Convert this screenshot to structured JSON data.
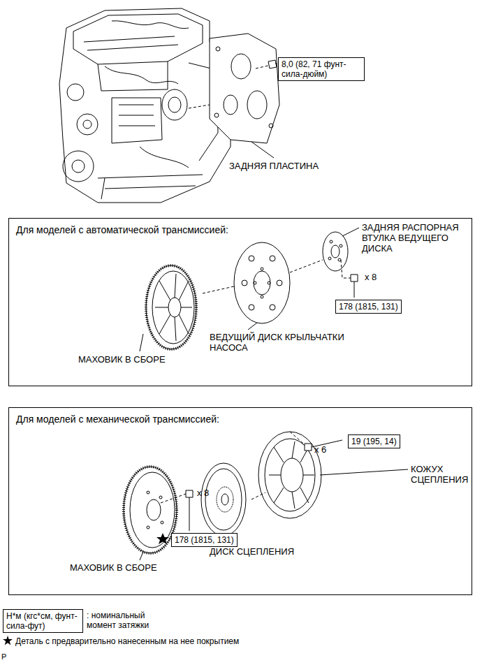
{
  "diagram": {
    "nodes": [
      {
        "text": [
          "8,0 (82, 71 фунт-сила-дюйм)"
        ]
      },
      {
        "text": [
          "Для моделей с автоматической трансмиссией:"
        ]
      },
      {
        "text": [
          "178 (1815, 131)"
        ],
        "in": 1
      },
      {
        "text": [
          "Для моделей с механической трансмиссией:"
        ]
      },
      {
        "text": [
          "19 (195, 14)"
        ],
        "in": 3
      },
      {
        "text": [
          "178 (1815, 131)"
        ],
        "in": 3
      },
      {
        "text": [
          "Н*м (кгс*см, фунт-сила-фут)"
        ]
      }
    ],
    "labels": [
      "ЗАДНЯЯ ПЛАСТИНА",
      "ЗАДНЯЯ РАСПОРНАЯ ВТУЛКА ВЕДУЩЕГО ДИСКА",
      "x 8",
      "МАХОВИК В СБОРЕ",
      "ВЕДУЩИЙ ДИСК КРЫЛЬЧАТКИ НАСОСА",
      "x 6",
      "КОЖУХ СЦЕПЛЕНИЯ",
      "x 8",
      "МАХОВИК В СБОРЕ",
      "ДИСК СЦЕПЛЕНИЯ",
      ": номинальный момент затяжки",
      "P"
    ],
    "legend": [
      {
        "text": "Деталь с предварительно нанесенным на нее покрытием"
      }
    ]
  }
}
